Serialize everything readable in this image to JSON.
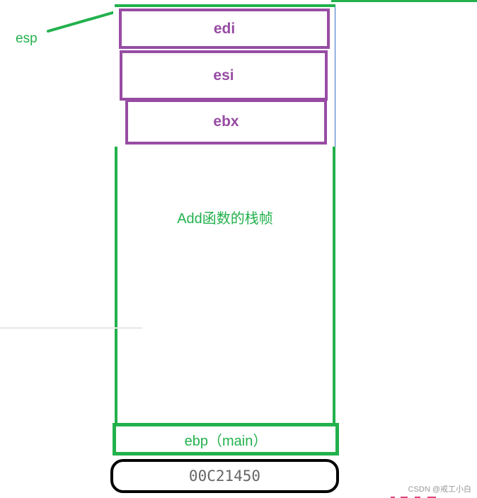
{
  "pointer": {
    "label": "esp"
  },
  "registers": [
    {
      "name": "edi"
    },
    {
      "name": "esi"
    },
    {
      "name": "ebx"
    }
  ],
  "frame": {
    "caption": "Add函数的栈帧"
  },
  "ebp_box": {
    "label": "ebp（main）"
  },
  "value_box": {
    "value": "00C21450"
  },
  "watermark": {
    "text": "CSDN @戒工小白"
  },
  "colors": {
    "green": "#22b14c",
    "purple": "#974ca3",
    "black": "#000000",
    "gray_text": "#666666"
  }
}
